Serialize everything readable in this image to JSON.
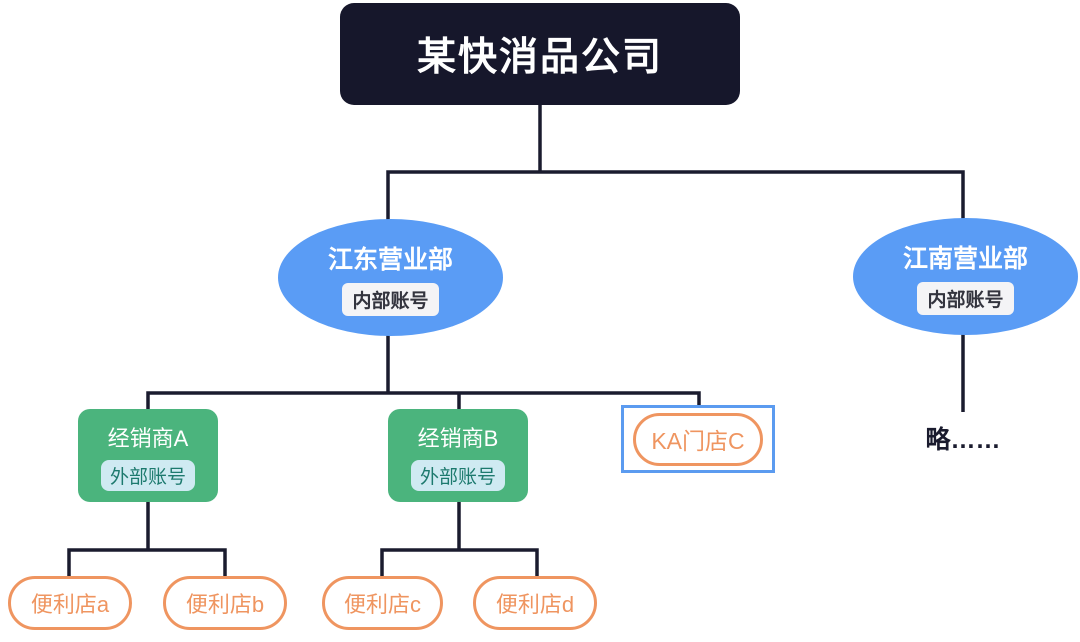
{
  "company": {
    "label": "某快消品公司"
  },
  "departments": [
    {
      "label": "江东营业部",
      "badge": "内部账号"
    },
    {
      "label": "江南营业部",
      "badge": "内部账号"
    }
  ],
  "distributors": [
    {
      "label": "经销商A",
      "badge": "外部账号"
    },
    {
      "label": "经销商B",
      "badge": "外部账号"
    }
  ],
  "ka_store": {
    "label": "KA门店C"
  },
  "omitted": {
    "label": "略……"
  },
  "stores": [
    {
      "label": "便利店a"
    },
    {
      "label": "便利店b"
    },
    {
      "label": "便利店c"
    },
    {
      "label": "便利店d"
    }
  ],
  "colors": {
    "company_bg": "#16172b",
    "department_bg": "#5a9cf5",
    "distributor_bg": "#4bb47d",
    "store_accent": "#ef9560",
    "selection_border": "#5b9bf0",
    "internal_badge_bg": "#f4f4f6",
    "internal_badge_text": "#33343e",
    "external_badge_bg": "#cfeaf2",
    "external_badge_text": "#1d7a6e",
    "connector": "#1a1b2e",
    "text_on_dark": "#ffffff"
  }
}
